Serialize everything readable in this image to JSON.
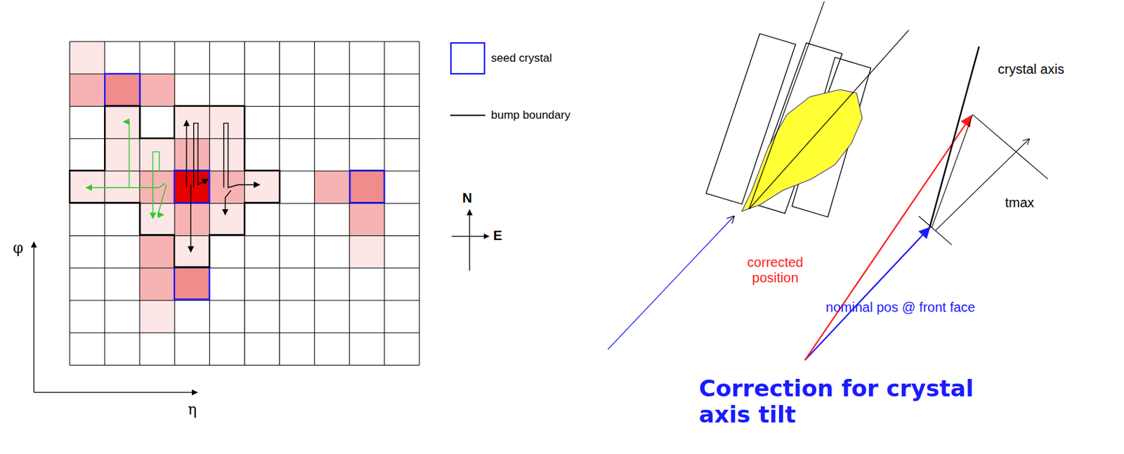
{
  "diagram": {
    "labels": [
      "N",
      "E",
      "φ",
      "η",
      "crystal axis",
      "tmax",
      "corrected position",
      "nominal pos @ front face",
      "Correction for crystal axis tilt"
    ],
    "legend": [
      {
        "text": "seed crystal"
      },
      {
        "text": "bump boundary"
      }
    ]
  }
}
